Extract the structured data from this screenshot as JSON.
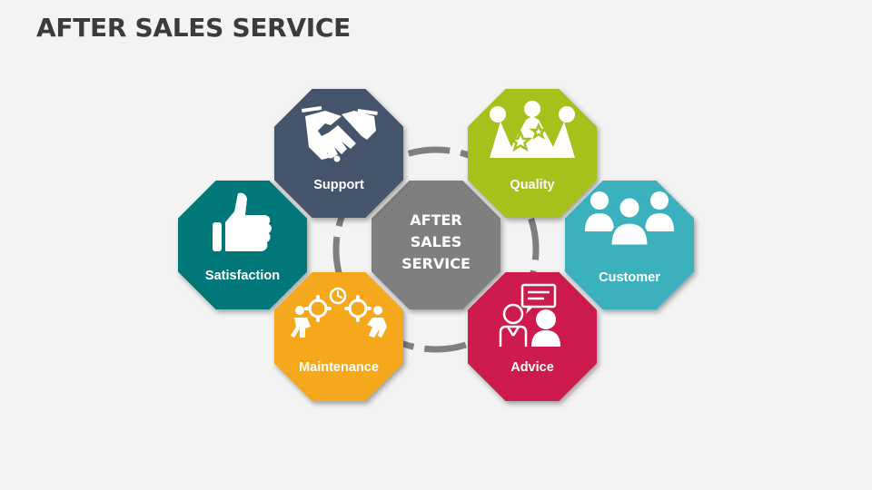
{
  "page": {
    "title": "AFTER SALES SERVICE"
  },
  "center": {
    "line1": "AFTER",
    "line2": "SALES",
    "line3": "SERVICE",
    "color": "#7f7f7f"
  },
  "nodes": {
    "support": {
      "label": "Support",
      "color": "#44546a",
      "icon": "handshake-icon"
    },
    "quality": {
      "label": "Quality",
      "color": "#a5c11c",
      "icon": "crown-icon"
    },
    "satisfaction": {
      "label": "Satisfaction",
      "color": "#00787a",
      "icon": "thumbs-up-icon"
    },
    "customer": {
      "label": "Customer",
      "color": "#3ab1bd",
      "icon": "people-group-icon"
    },
    "maintenance": {
      "label": "Maintenance",
      "color": "#f5a81b",
      "icon": "gears-team-icon"
    },
    "advice": {
      "label": "Advice",
      "color": "#cc1b4c",
      "icon": "consultation-icon"
    }
  },
  "ring_color": "#7f7f7f"
}
